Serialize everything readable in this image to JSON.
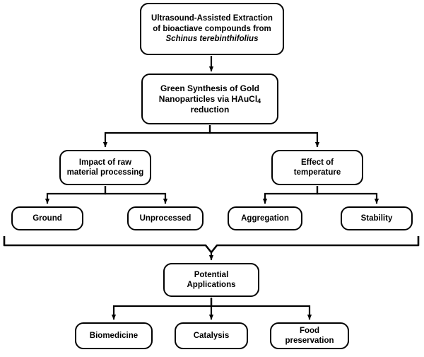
{
  "diagram": {
    "type": "flowchart",
    "title": "",
    "nodes": {
      "top": {
        "line1": "Ultrasound-Assisted Extraction",
        "line2": "of bioactiave compounds from",
        "line3": "Schinus terebinthifolius"
      },
      "green_synthesis": {
        "line1": "Green Synthesis of Gold",
        "line2_pre": "Nanoparticles via HAuCl",
        "line2_sub": "4",
        "line3": "reduction"
      },
      "impact": {
        "line1": "Impact of raw",
        "line2": "material processing"
      },
      "effect": {
        "line1": "Effect of",
        "line2": "temperature"
      },
      "ground": {
        "label": "Ground"
      },
      "unprocessed": {
        "label": "Unprocessed"
      },
      "aggregation": {
        "label": "Aggregation"
      },
      "stability": {
        "label": "Stability"
      },
      "potential": {
        "line1": "Potential",
        "line2": "Applications"
      },
      "biomedicine": {
        "label": "Biomedicine"
      },
      "catalysis": {
        "label": "Catalysis"
      },
      "food": {
        "line1": "Food",
        "line2": "preservation"
      }
    },
    "colors": {
      "stroke": "#000000",
      "fill": "#ffffff",
      "text": "#000000"
    }
  }
}
